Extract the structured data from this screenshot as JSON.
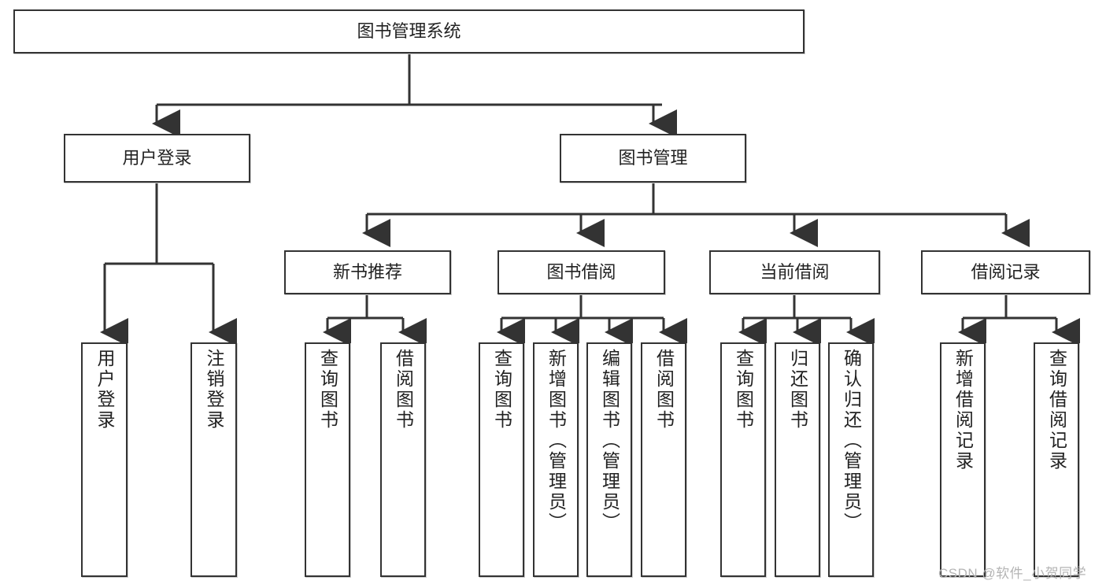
{
  "diagram": {
    "title": "图书管理系统",
    "type": "tree",
    "root": {
      "label": "图书管理系统"
    },
    "level2": [
      {
        "label": "用户登录"
      },
      {
        "label": "图书管理"
      }
    ],
    "level3": [
      {
        "label": "新书推荐"
      },
      {
        "label": "图书借阅"
      },
      {
        "label": "当前借阅"
      },
      {
        "label": "借阅记录"
      }
    ],
    "leaves": {
      "user_login": [
        {
          "label": "用户登录"
        },
        {
          "label": "注销登录"
        }
      ],
      "new_book": [
        {
          "label": "查询图书"
        },
        {
          "label": "借阅图书"
        }
      ],
      "book_borrow": [
        {
          "label": "查询图书"
        },
        {
          "label": "新增图书（管理员）"
        },
        {
          "label": "编辑图书（管理员）"
        },
        {
          "label": "借阅图书"
        }
      ],
      "current_borrow": [
        {
          "label": "查询图书"
        },
        {
          "label": "归还图书"
        },
        {
          "label": "确认归还（管理员）"
        }
      ],
      "borrow_record": [
        {
          "label": "新增借阅记录"
        },
        {
          "label": "查询借阅记录"
        }
      ]
    }
  },
  "watermark": {
    "text": "CSDN @软件_小贺同学"
  },
  "colors": {
    "box_border": "#333333",
    "box_fill": "#ffffff",
    "text": "#222222",
    "connector": "#333333",
    "watermark": "#b4b4b4"
  }
}
